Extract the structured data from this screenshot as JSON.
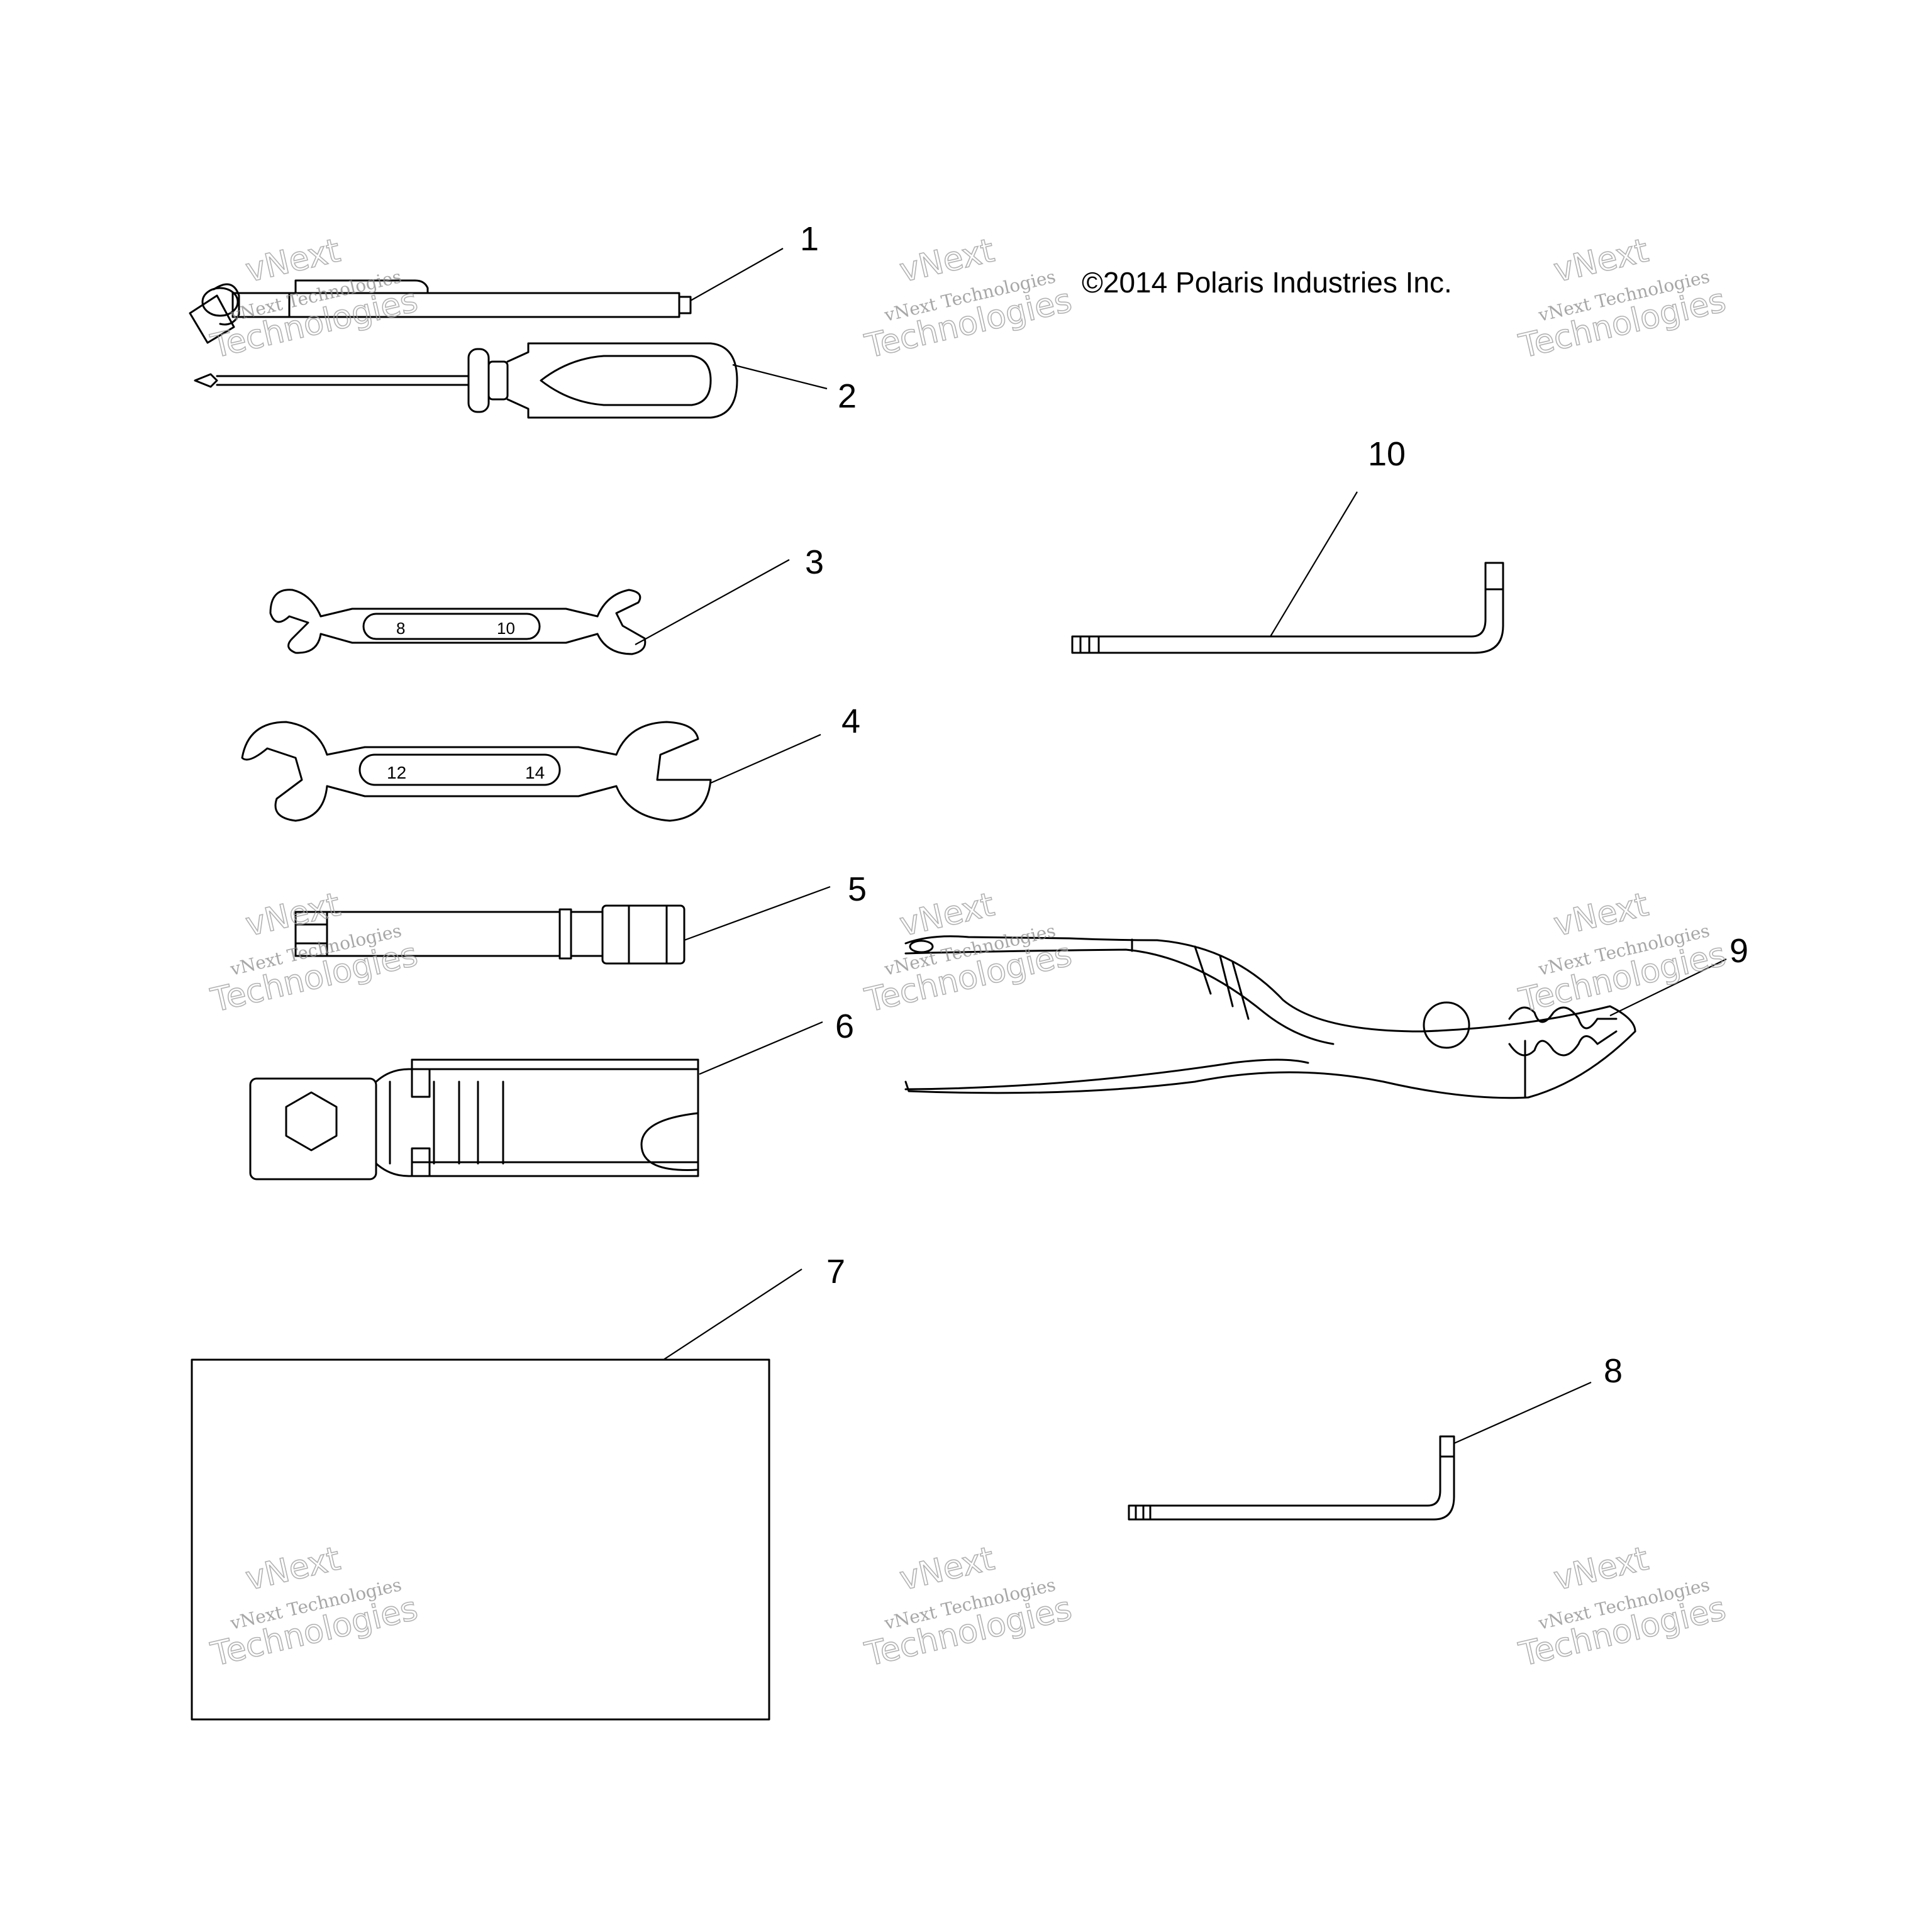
{
  "copyright": "©2014 Polaris Industries Inc.",
  "callouts": [
    "1",
    "2",
    "3",
    "4",
    "5",
    "6",
    "7",
    "8",
    "9",
    "10"
  ],
  "wrench_small": {
    "size_a": "8",
    "size_b": "10"
  },
  "wrench_large": {
    "size_a": "12",
    "size_b": "14"
  },
  "watermark": {
    "line1": "vNext",
    "line2": "vNext Technologies",
    "line3": "Technologies"
  }
}
